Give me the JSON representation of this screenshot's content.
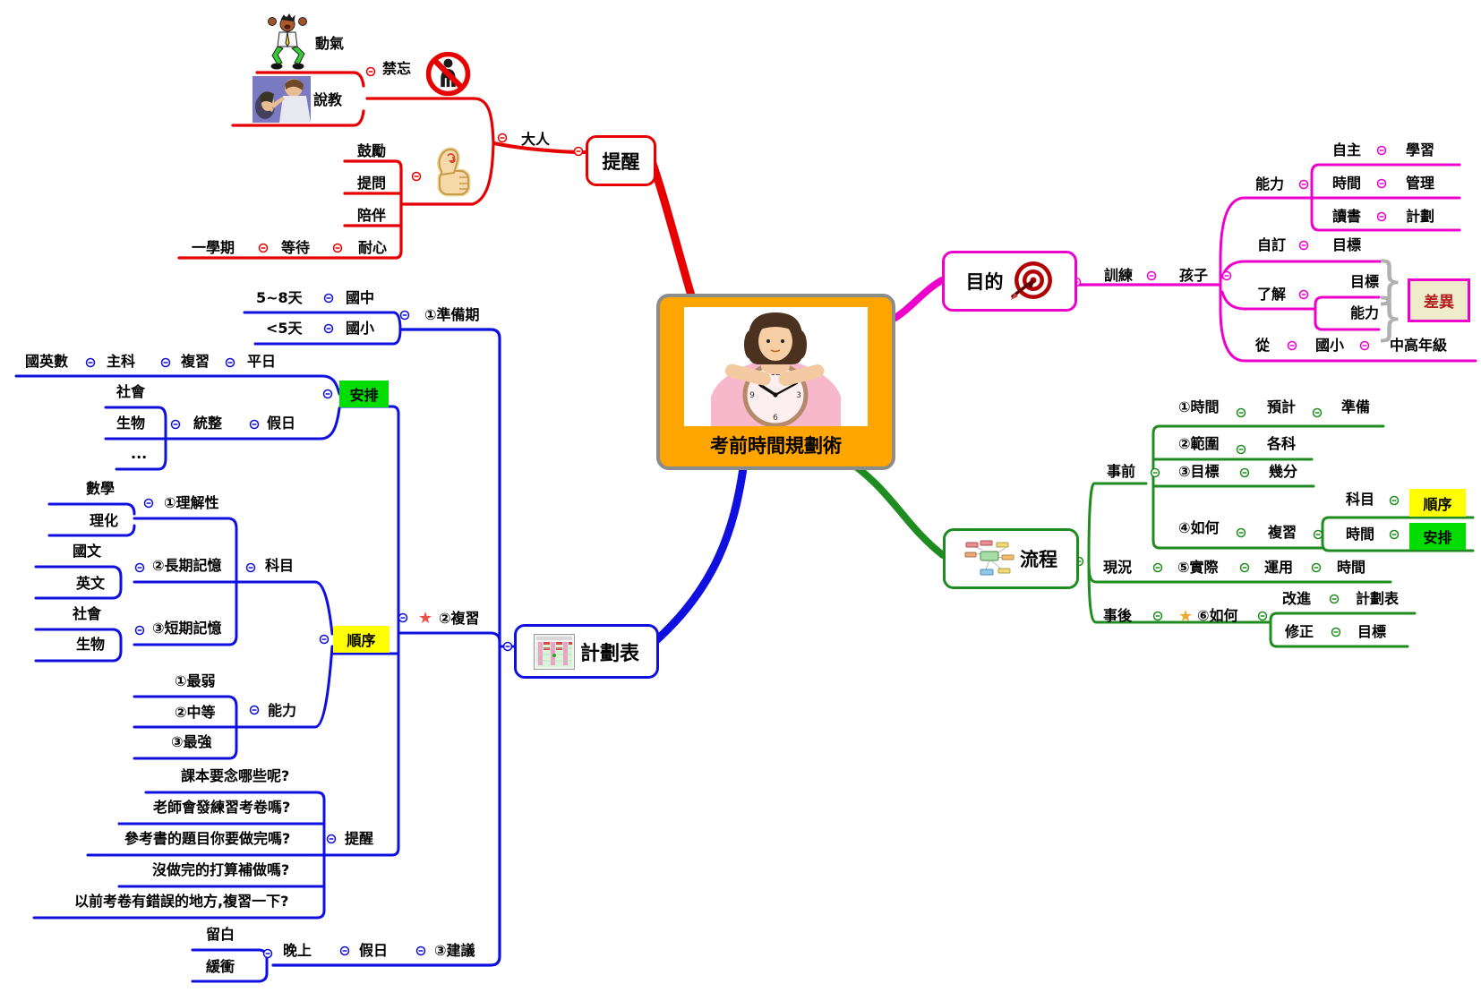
{
  "center": {
    "title": "考前時間規劃術"
  },
  "colors": {
    "red_branch": "#e60000",
    "blue_branch": "#0f10e0",
    "pink_branch": "#ee00cc",
    "green_branch": "#1e8c1e",
    "center_bg": "#ffa500",
    "highlight_yellow": "#ffff00",
    "highlight_green": "#00dd00"
  },
  "remind": {
    "node": "提醒",
    "adult": "大人",
    "forbid": "禁忘",
    "angry": "動氣",
    "preach": "說教",
    "encourage": "鼓勵",
    "ask": "提問",
    "accompany": "陪伴",
    "patience": "耐心",
    "wait": "等待",
    "semester": "一學期"
  },
  "purpose": {
    "node": "目的",
    "train": "訓練",
    "child": "孩子",
    "ability": "能力",
    "autonomy": "自主",
    "learning": "學習",
    "time": "時間",
    "manage": "管理",
    "reading": "讀書",
    "plan": "計劃",
    "self_set": "自訂",
    "goal": "目標",
    "understand": "了解",
    "goal2": "目標",
    "ability2": "能力",
    "difference": "差異",
    "from": "從",
    "elementary": "國小",
    "upper": "中高年級"
  },
  "process": {
    "node": "流程",
    "before": "事前",
    "s1": "①時間",
    "estimate": "預計",
    "prepare": "準備",
    "s2": "②範圍",
    "subjects": "各科",
    "s3": "③目標",
    "score": "幾分",
    "s4": "④如何",
    "review": "複習",
    "subject": "科目",
    "order": "順序",
    "time": "時間",
    "arrange": "安排",
    "current": "現況",
    "s5": "⑤實際",
    "apply": "運用",
    "time2": "時間",
    "after": "事後",
    "s6": "⑥如何",
    "improve": "改進",
    "plan_table": "計劃表",
    "fix": "修正",
    "goal": "目標"
  },
  "plan": {
    "node": "計劃表",
    "p1": "①準備期",
    "junior": "國中",
    "d58": "5~8天",
    "elem": "國小",
    "d5": "<5天",
    "p2": "②複習",
    "arrange": "安排",
    "weekday": "平日",
    "review": "複習",
    "main": "主科",
    "cem": "國英數",
    "weekend": "假日",
    "integrate": "統整",
    "social": "社會",
    "bio": "生物",
    "etc": "...",
    "order": "順序",
    "subject": "科目",
    "u1": "①理解性",
    "math": "數學",
    "sci": "理化",
    "u2": "②長期記憶",
    "ch": "國文",
    "en": "英文",
    "u3": "③短期記憶",
    "social2": "社會",
    "bio2": "生物",
    "ability": "能力",
    "a1": "①最弱",
    "a2": "②中等",
    "a3": "③最強",
    "remind": "提醒",
    "q1": "課本要念哪些呢?",
    "q2": "老師會發練習考卷嗎?",
    "q3": "參考書的題目你要做完嗎?",
    "q4": "沒做完的打算補做嗎?",
    "q5": "以前考卷有錯誤的地方,複習一下?",
    "p3": "③建議",
    "holiday": "假日",
    "night": "晚上",
    "blank": "留白",
    "buffer": "緩衝"
  }
}
